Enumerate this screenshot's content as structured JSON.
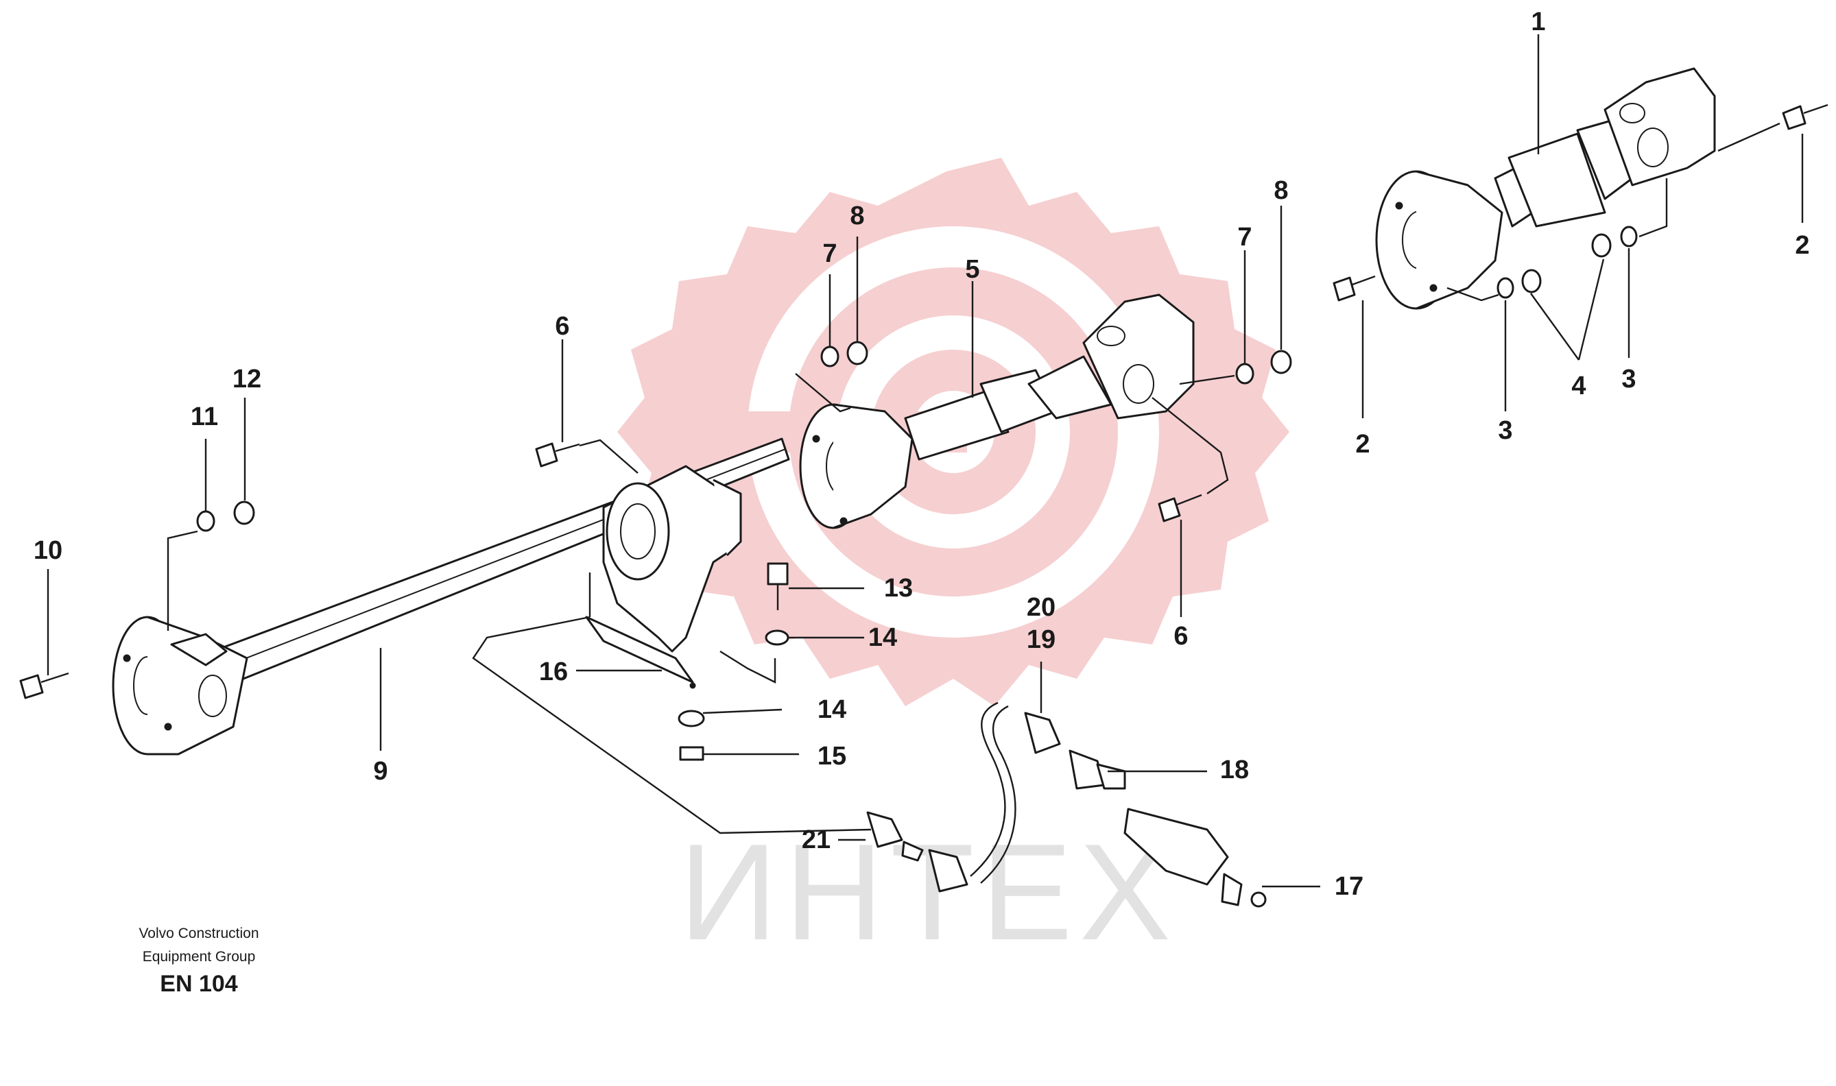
{
  "footer": {
    "brand_line1": "Volvo Construction",
    "brand_line2": "Equipment Group",
    "doc_code": "EN 104"
  },
  "watermark": {
    "text": "ИНТЕХ",
    "color": "#f6cfd0"
  },
  "callouts": [
    "1",
    "2",
    "2",
    "2",
    "3",
    "3",
    "3",
    "4",
    "5",
    "6",
    "6",
    "7",
    "7",
    "8",
    "8",
    "9",
    "10",
    "11",
    "12",
    "13",
    "14",
    "14",
    "15",
    "16",
    "17",
    "18",
    "19",
    "20",
    "21"
  ]
}
